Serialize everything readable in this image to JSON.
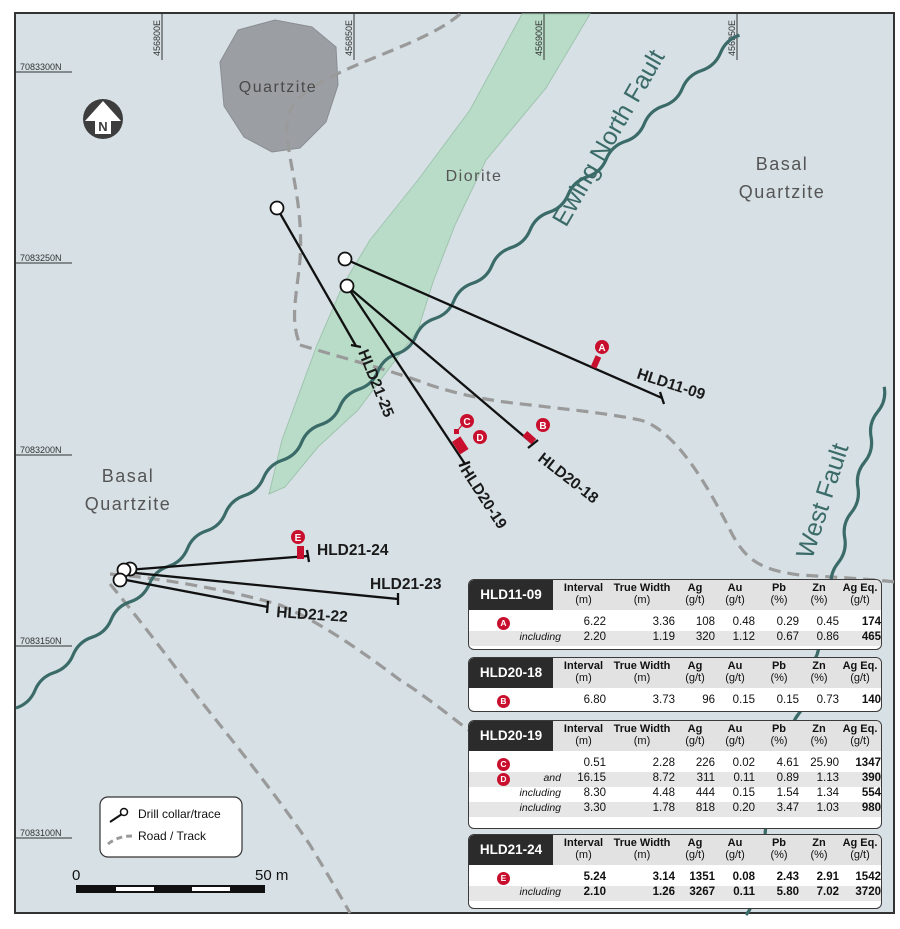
{
  "colors": {
    "background": "#d6e0e5",
    "frame": "#333333",
    "quartzite_outcrop": "#9b9ea3",
    "diorite": "#b9dcc8",
    "fault": "#3b6b68",
    "road": "#9a9a9a",
    "drill_trace": "#111111",
    "intercept": "#c8102e",
    "table_header": "#2b2b2b"
  },
  "grid": {
    "eastings": [
      "456800E",
      "456850E",
      "456900E",
      "456950E"
    ],
    "northings": [
      "7083300N",
      "7083250N",
      "7083200N",
      "7083150N",
      "7083100N"
    ]
  },
  "units": {
    "quartzite_outcrop": "Quartzite",
    "diorite": "Diorite",
    "basal_east_line1": "Basal",
    "basal_east_line2": "Quartzite",
    "basal_west_line1": "Basal",
    "basal_west_line2": "Quartzite"
  },
  "faults": {
    "ewing": "Ewing North Fault",
    "west": "West  Fault"
  },
  "north_arrow": {
    "label": "N",
    "icon": "north-arrow-icon"
  },
  "holes": {
    "hld21_25": "HLD21-25",
    "hld11_09": "HLD11-09",
    "hld20_19": "HLD20-19",
    "hld20_18": "HLD20-18",
    "hld21_24": "HLD21-24",
    "hld21_23": "HLD21-23",
    "hld21_22": "HLD21-22"
  },
  "intercept_labels": [
    "A",
    "B",
    "C",
    "D",
    "E"
  ],
  "legend": {
    "drill": "Drill collar/trace",
    "road": "Road / Track"
  },
  "scalebar": {
    "start": "0",
    "end": "50 m"
  },
  "tables": {
    "headers": [
      {
        "name": "Interval",
        "unit": "(m)"
      },
      {
        "name": "True Width",
        "unit": "(m)"
      },
      {
        "name": "Ag",
        "unit": "(g/t)"
      },
      {
        "name": "Au",
        "unit": "(g/t)"
      },
      {
        "name": "Pb",
        "unit": "(%)"
      },
      {
        "name": "Zn",
        "unit": "(%)"
      },
      {
        "name": "Ag Eq.",
        "unit": "(g/t)"
      }
    ],
    "hld11_09": {
      "hole": "HLD11-09",
      "rows": [
        {
          "badge": "A",
          "label": "",
          "values": [
            "6.22",
            "3.36",
            "108",
            "0.48",
            "0.29",
            "0.45",
            "174"
          ]
        },
        {
          "badge": "",
          "label": "including",
          "values": [
            "2.20",
            "1.19",
            "320",
            "1.12",
            "0.67",
            "0.86",
            "465"
          ]
        }
      ]
    },
    "hld20_18": {
      "hole": "HLD20-18",
      "rows": [
        {
          "badge": "B",
          "label": "",
          "values": [
            "6.80",
            "3.73",
            "96",
            "0.15",
            "0.15",
            "0.73",
            "140"
          ]
        }
      ]
    },
    "hld20_19": {
      "hole": "HLD20-19",
      "rows": [
        {
          "badge": "C",
          "label": "",
          "values": [
            "0.51",
            "2.28",
            "226",
            "0.02",
            "4.61",
            "25.90",
            "1347"
          ]
        },
        {
          "badge": "D",
          "label": "and",
          "values": [
            "16.15",
            "8.72",
            "311",
            "0.11",
            "0.89",
            "1.13",
            "390"
          ]
        },
        {
          "badge": "",
          "label": "including",
          "values": [
            "8.30",
            "4.48",
            "444",
            "0.15",
            "1.54",
            "1.34",
            "554"
          ]
        },
        {
          "badge": "",
          "label": "including",
          "values": [
            "3.30",
            "1.78",
            "818",
            "0.20",
            "3.47",
            "1.03",
            "980"
          ]
        }
      ]
    },
    "hld21_24": {
      "hole": "HLD21-24",
      "rows": [
        {
          "badge": "E",
          "label": "",
          "values": [
            "5.24",
            "3.14",
            "1351",
            "0.08",
            "2.43",
            "2.91",
            "1542"
          ]
        },
        {
          "badge": "",
          "label": "including",
          "values": [
            "2.10",
            "1.26",
            "3267",
            "0.11",
            "5.80",
            "7.02",
            "3720"
          ]
        }
      ]
    }
  }
}
